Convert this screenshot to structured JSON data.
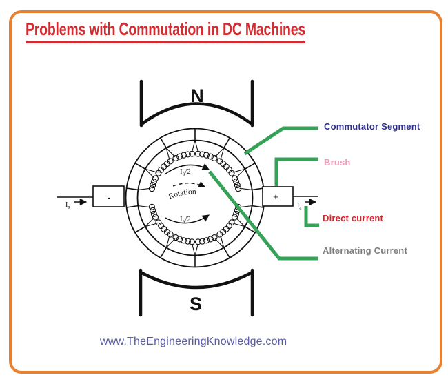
{
  "title": "Problems with Commutation in DC Machines",
  "colors": {
    "border_orange": "#E8812F",
    "title_red": "#D32B2F",
    "callout_green": "#35A257",
    "diagram_ink": "#111111",
    "website_purple": "#585CA8"
  },
  "diagram": {
    "pole_top": "N",
    "pole_bottom": "S",
    "brush_left_sign": "-",
    "brush_right_sign": "+",
    "armature_current": {
      "base": "I",
      "sub": "a"
    },
    "path_current": {
      "base": "I",
      "sub": "a",
      "rest": "/2"
    },
    "rotation_label": "Rotation",
    "commutator_segments": 12,
    "coil_loop_size": 4
  },
  "callouts": [
    {
      "label": "Commutator Segment",
      "color": "#2B2E92"
    },
    {
      "label": "Brush",
      "color": "#F398B4"
    },
    {
      "label": "Direct current",
      "color": "#E02028"
    },
    {
      "label": "Alternating Current",
      "color": "#7E7E80"
    }
  ],
  "footer": {
    "website": "www.TheEngineeringKnowledge.com"
  }
}
